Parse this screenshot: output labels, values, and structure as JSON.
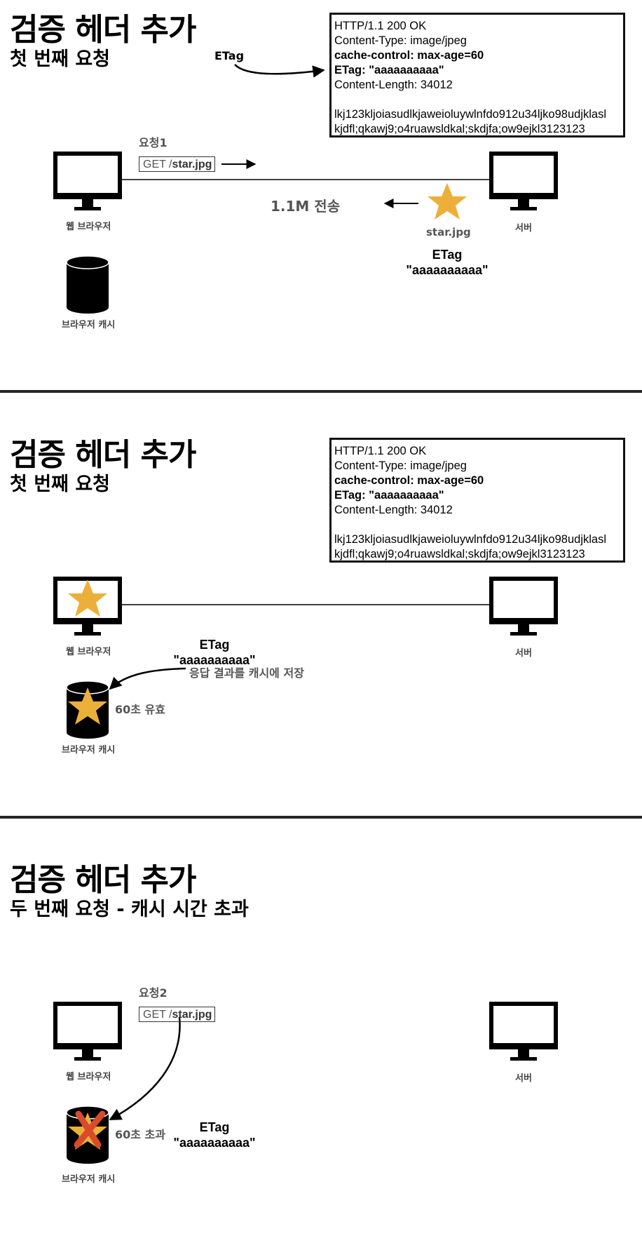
{
  "slides": [
    {
      "title": "검증 헤더 추가",
      "subtitle": "첫 번째 요청",
      "request_label": "요청1",
      "request": {
        "method": "GET /",
        "path": "star.jpg"
      },
      "etag_arrow_label": "ETag",
      "transfer_label": "1.1M 전송",
      "server_file_label": "star.jpg",
      "server_etag": {
        "label": "ETag",
        "value": "\"aaaaaaaaaa\""
      },
      "browser_label": "웹 브라우저",
      "server_label": "서버",
      "cache_label": "브라우저 캐시"
    },
    {
      "title": "검증 헤더 추가",
      "subtitle": "첫 번째 요청",
      "save_note": "응답 결과를 캐시에 저장",
      "cache_status": "60초 유효",
      "cache_etag": {
        "label": "ETag",
        "value": "\"aaaaaaaaaa\""
      },
      "browser_label": "웹 브라우저",
      "server_label": "서버",
      "cache_label": "브라우저 캐시"
    },
    {
      "title": "검증 헤더 추가",
      "subtitle": "두 번째 요청 - 캐시 시간 초과",
      "request_label": "요청2",
      "request": {
        "method": "GET /",
        "path": "star.jpg"
      },
      "cache_status": "60초 초과",
      "cache_etag": {
        "label": "ETag",
        "value": "\"aaaaaaaaaa\""
      },
      "browser_label": "웹 브라우저",
      "server_label": "서버",
      "cache_label": "브라우저 캐시"
    }
  ],
  "http_response": {
    "status": "HTTP/1.1 200 OK",
    "content_type": "Content-Type: image/jpeg",
    "cache_control": "cache-control: max-age=60",
    "etag": "ETag: \"aaaaaaaaaa\"",
    "content_length": "Content-Length: 34012",
    "body_line1": "lkj123kljoiasudlkjaweioluywlnfdo912u34ljko98udjklasl",
    "body_line2": "kjdfl;qkawj9;o4ruawsldkal;skdjfa;ow9ejkl3123123"
  },
  "colors": {
    "star": "#ECB03A",
    "cross": "#D94A2B",
    "ink": "#000000",
    "divider": "#262626"
  },
  "icons": [
    "monitor-icon",
    "database-icon",
    "star-icon",
    "cross-icon"
  ]
}
